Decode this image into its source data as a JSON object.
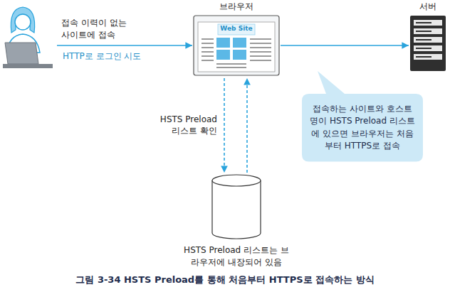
{
  "diagram": {
    "caption": "그림 3-34 HSTS Preload를 통해 처음부터 HTTPS로 접속하는 방식",
    "nodes": [
      {
        "text": [
          "접속 이력이 없는 사이트에 접속"
        ]
      },
      {
        "text": [
          "브라우저",
          "Web Site"
        ]
      },
      {
        "text": [
          "서버"
        ]
      },
      {
        "text": [
          "접속하는 사이트와 호스트명이 HSTS Preload 리스트에 있으면 브라우저는 처음부터 HTTPS로 접속"
        ]
      },
      {
        "text": [
          "HSTS Preload 리스트는 브라우저에 내장되어 있음"
        ]
      }
    ],
    "edges": [
      {
        "from": 0,
        "to": 1,
        "arrow": "to",
        "label": "HTTP로 로그인 시도"
      },
      {
        "from": 1,
        "to": 2,
        "arrow": "to"
      },
      {
        "from": 1,
        "to": 4,
        "arrow": "to",
        "label": "HSTS Preload 리스트 확인"
      },
      {
        "from": 4,
        "to": 1,
        "arrow": "to"
      }
    ]
  }
}
